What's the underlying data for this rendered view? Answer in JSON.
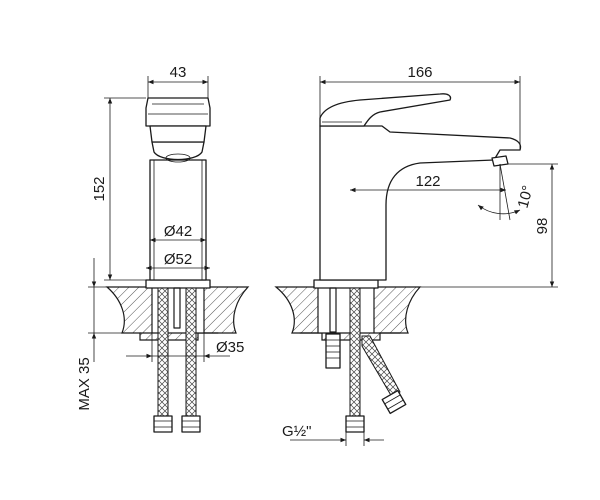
{
  "dimensions": {
    "front": {
      "width_top": "43",
      "height": "152",
      "diameter_body": "Ø42",
      "diameter_base": "Ø52",
      "hole_diameter": "Ø35",
      "max_thickness": "MAX 35"
    },
    "side": {
      "total_length": "166",
      "spout_reach": "122",
      "aerator_height": "98",
      "angle": "10°",
      "thread": "G½\""
    }
  },
  "colors": {
    "line": "#1a1a1a",
    "hatch": "#555555",
    "background": "#ffffff"
  }
}
